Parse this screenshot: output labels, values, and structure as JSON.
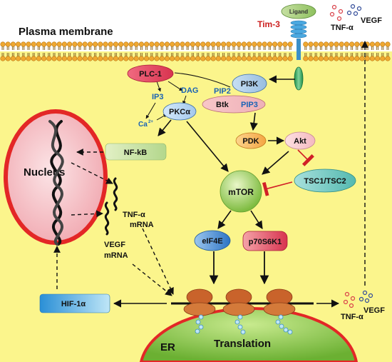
{
  "membrane": {
    "label": "Plasma membrane"
  },
  "receptor": {
    "ligand": "Ligand",
    "name": "Tim-3"
  },
  "secreted_top": {
    "tnf": "TNF-α",
    "vegf": "VEGF"
  },
  "secreted_bottom": {
    "tnf": "TNF-α",
    "vegf": "VEGF"
  },
  "nodes": {
    "plc1": "PLC-1",
    "ip3": "IP3",
    "dag": "DAG",
    "pip2": "PIP2",
    "pi3k": "PI3K",
    "btk": "Btk",
    "pip3": "PIP3",
    "pkca": "PKCα",
    "ca": "Ca",
    "ca_sup": "2+",
    "nfkb": "NF-kB",
    "pdk": "PDK",
    "akt": "Akt",
    "tsc": "TSC1/TSC2",
    "mtor": "mTOR",
    "eif4e": "eIF4E",
    "p70s6k1": "p70S6K1",
    "hif1a": "HIF-1α",
    "nucleus": "Nucleus",
    "er": "ER",
    "translation": "Translation"
  },
  "mrna": {
    "tnf_line1": "TNF-α",
    "tnf_line2": "mRNA",
    "vegf_line1": "VEGF",
    "vegf_line2": "mRNA"
  },
  "colors": {
    "cytoplasm": "#fbf58c",
    "membrane_head": "#f0a830",
    "nucleus_border": "#e32726",
    "nucleus_fill": "#f7c8cc",
    "er_fill": "#80c040",
    "inhibit": "#d11f27",
    "ribosome": "#c9632b",
    "label_blue": "#1a63b5",
    "tim3_red": "#cc1f1f"
  }
}
